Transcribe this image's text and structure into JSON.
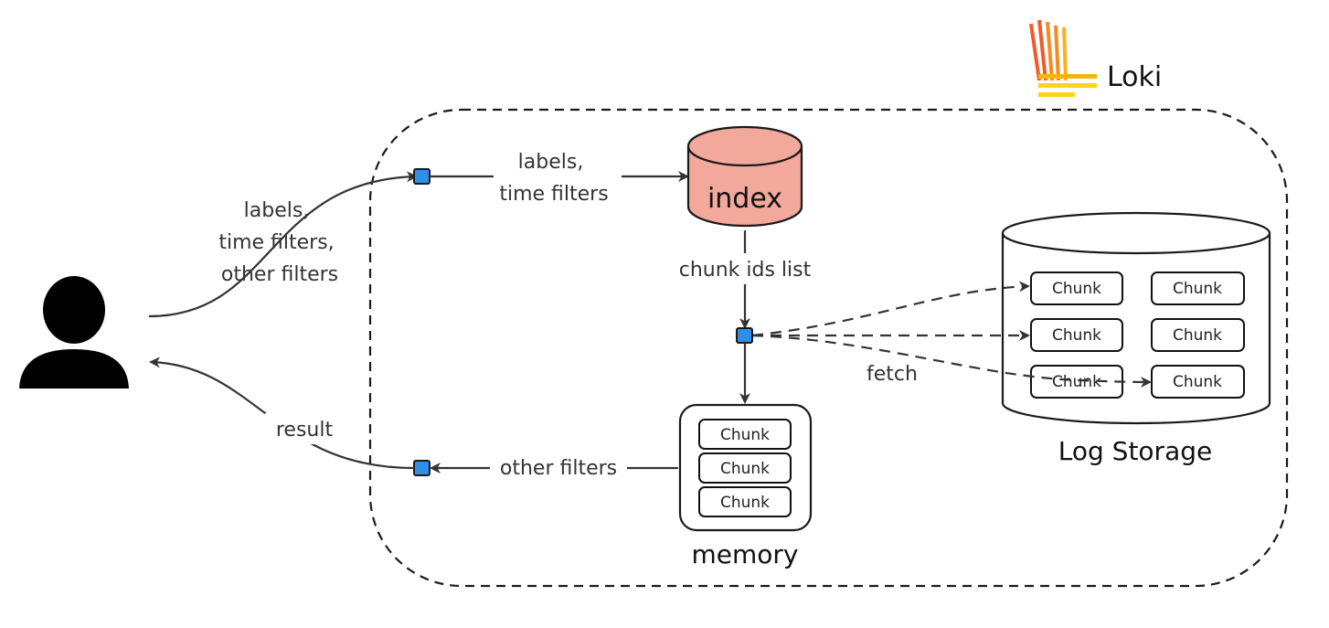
{
  "brand": {
    "name": "Loki",
    "logo_colors": [
      "#f15b2a",
      "#f68b1f",
      "#fbb216",
      "#fdd41d"
    ]
  },
  "colors": {
    "index_fill": "#f2a89b",
    "index_stroke": "#1a1a1a",
    "connector_node": "#2f8fe5",
    "container_border": "#1a1a1a"
  },
  "user": {
    "icon": "user-icon",
    "request_label": [
      "labels,",
      "time filters,",
      "other filters"
    ],
    "result_label": "result"
  },
  "index": {
    "label": "index",
    "input_label": [
      "labels,",
      "time filters"
    ],
    "output_label": "chunk ids list"
  },
  "storage": {
    "label": "Log Storage",
    "fetch_label": "fetch",
    "chunks": [
      "Chunk",
      "Chunk",
      "Chunk",
      "Chunk",
      "Chunk",
      "Chunk"
    ]
  },
  "memory": {
    "label": "memory",
    "chunks": [
      "Chunk",
      "Chunk",
      "Chunk"
    ],
    "output_label": "other filters"
  }
}
